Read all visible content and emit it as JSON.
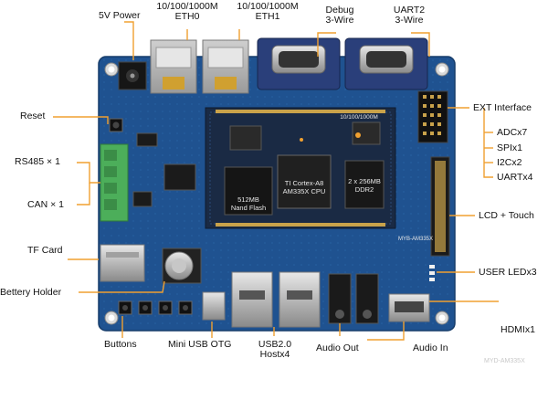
{
  "callouts": {
    "power": "5V Power",
    "eth0_line1": "10/100/1000M",
    "eth0_line2": "ETH0",
    "eth1_line1": "10/100/1000M",
    "eth1_line2": "ETH1",
    "debug_line1": "Debug",
    "debug_line2": "3-Wire",
    "uart2_line1": "UART2",
    "uart2_line2": "3-Wire",
    "reset": "Reset",
    "rs485": "RS485 × 1",
    "can": "CAN × 1",
    "tfcard": "TF Card",
    "battery": "Bettery Holder",
    "buttons": "Buttons",
    "mini_usb": "Mini USB OTG",
    "usb_host_line1": "USB2.0",
    "usb_host_line2": "Hostx4",
    "audio_out": "Audio Out",
    "audio_in": "Audio In",
    "hdmi": "HDMIx1",
    "user_led": "USER LEDx3",
    "lcd": "LCD + Touch",
    "ext": "EXT Interface",
    "ext_adc": "ADCx7",
    "ext_spi": "SPIx1",
    "ext_i2c": "I2Cx2",
    "ext_uart": "UARTx4"
  },
  "board_text": {
    "nand_line1": "512MB",
    "nand_line2": "Nand Flash",
    "cpu_line1": "TI Cortex-A8",
    "cpu_line2": "AM335X CPU",
    "ddr_line1": "2 x 256MB",
    "ddr_line2": "DDR2",
    "eth_label": "10/100/1000M",
    "model": "MYB-AM335X"
  },
  "colors": {
    "board": "#1d4d86",
    "module": "#1a2a44",
    "callout_line": "#f0a030",
    "connector_blue": "#2a3f7a",
    "terminal_green": "#4cae5a"
  },
  "watermark": "MYD-AM335X"
}
